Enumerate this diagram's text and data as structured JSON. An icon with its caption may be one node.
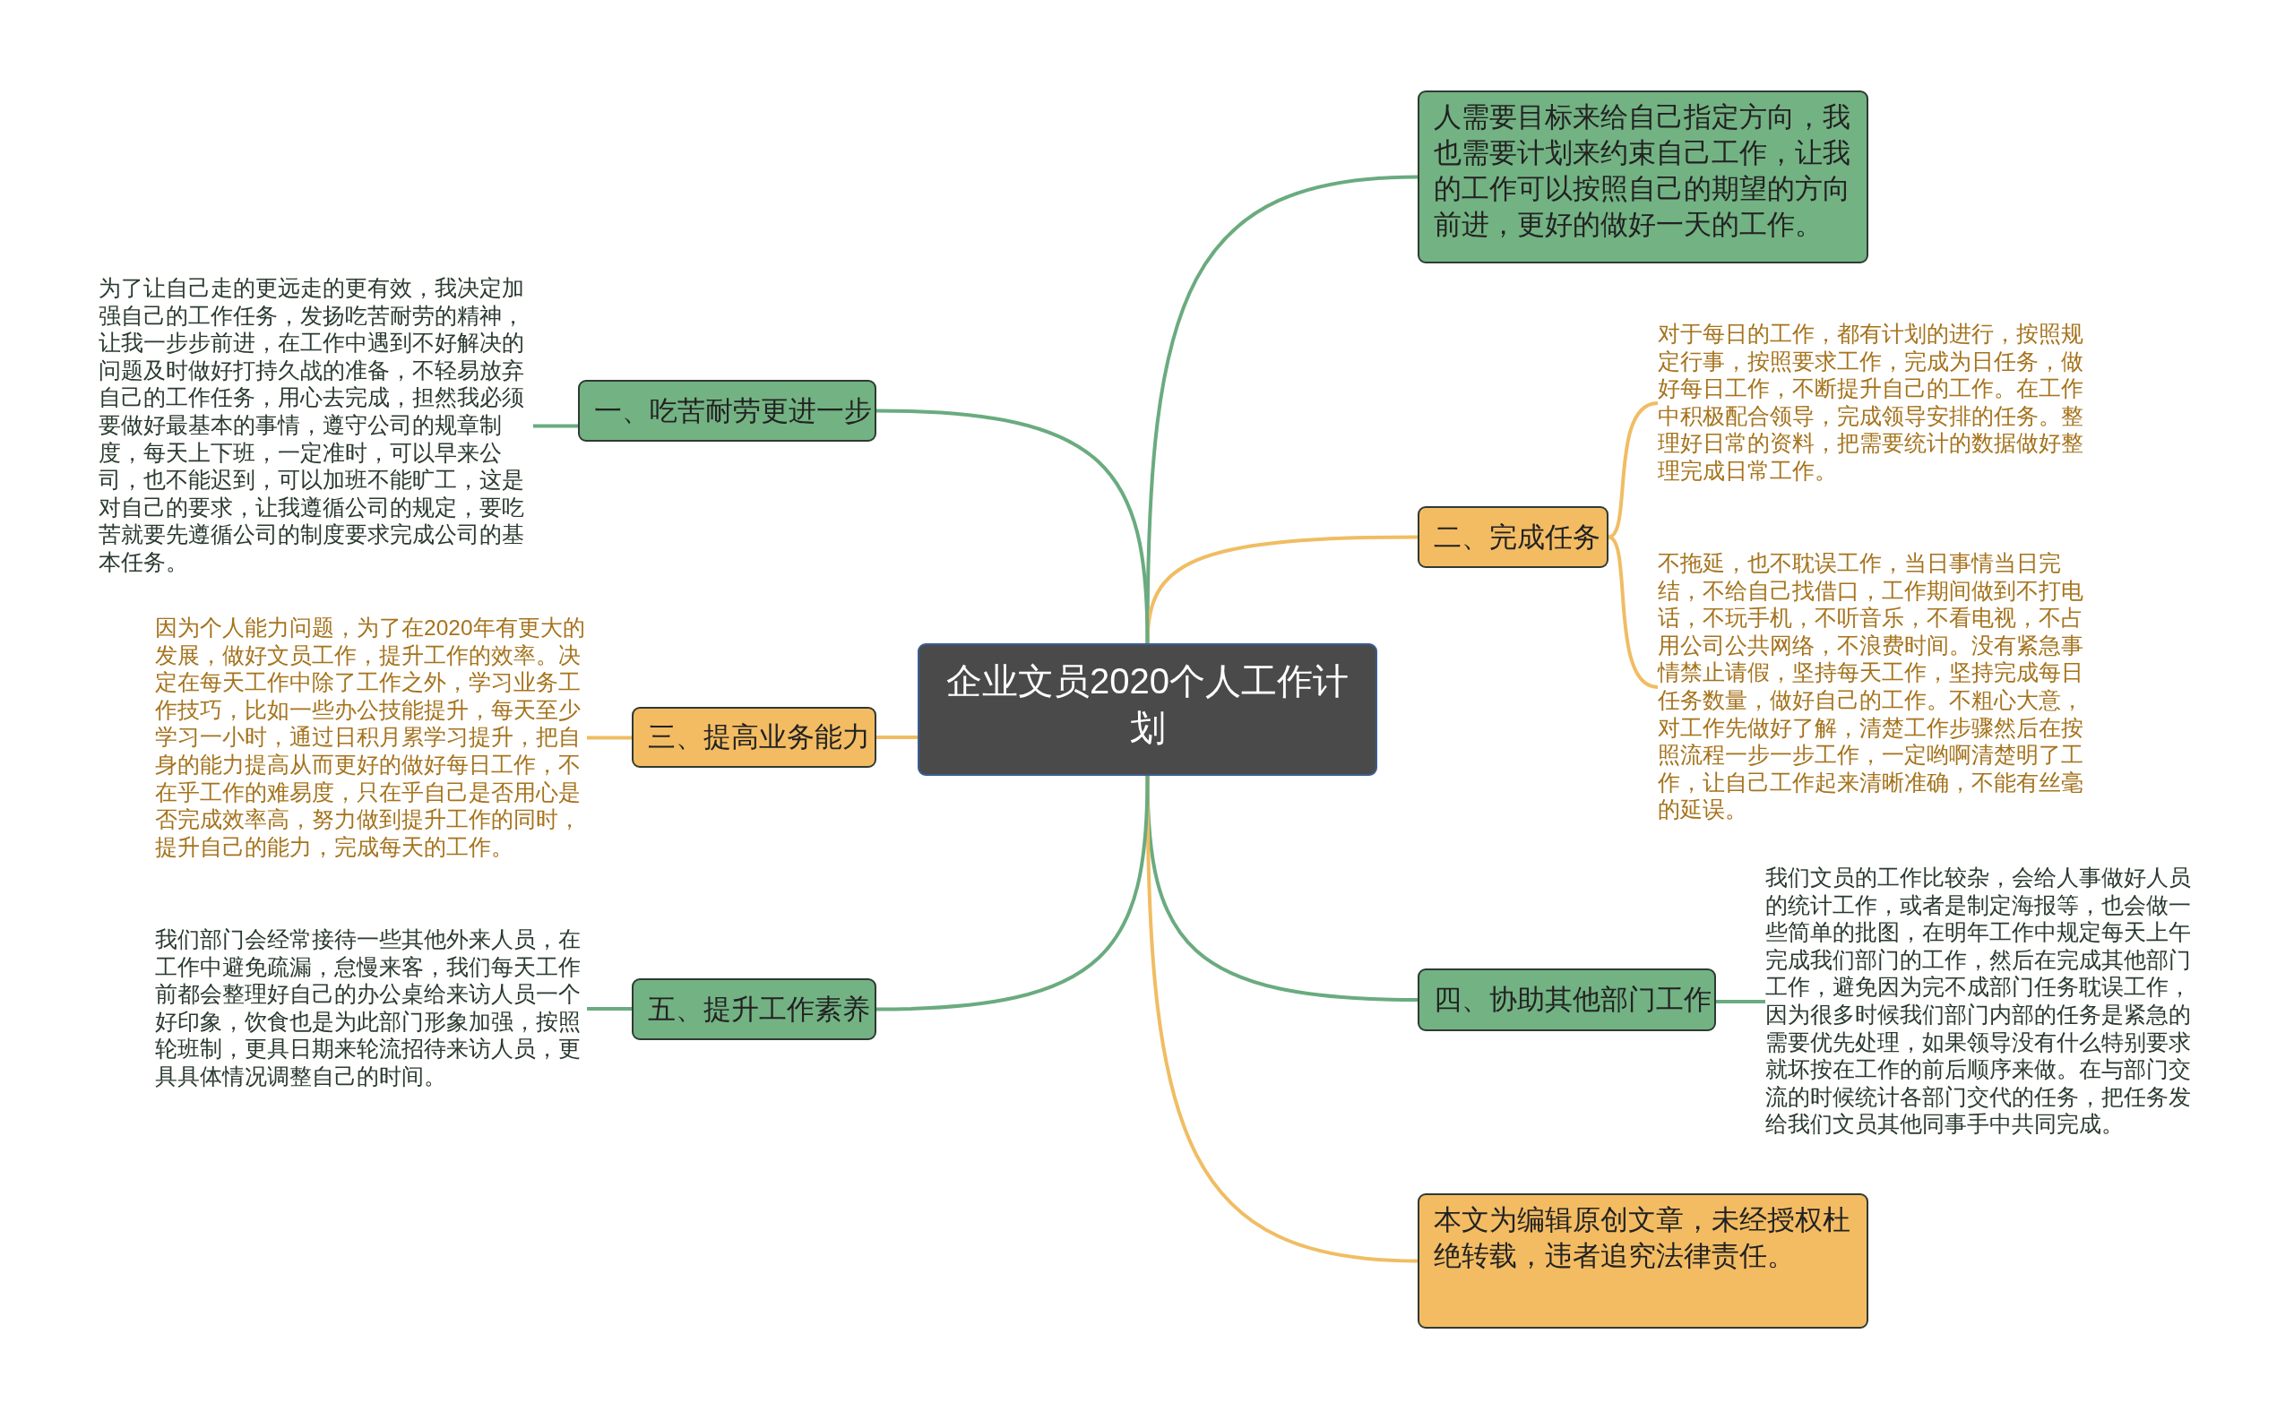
{
  "diagram": {
    "nodes": [
      {
        "text": [
          "企业文员2020个人工作计划"
        ]
      },
      {
        "text": [
          "人需要目标来给自己指定方向，我也需要计划来约束自己工作，让我的工作可以按照自己的期望的方向前进，更好的做好一天的工作。"
        ]
      },
      {
        "text": [
          "二、完成任务"
        ]
      },
      {
        "text": [
          "对于每日的工作，都有计划的进行，按照规定行事，按照要求工作，完成为日任务，做好每日工作，不断提升自己的工作。在工作中积极配合领导，完成领导安排的任务。整理好日常的资料，把需要统计的数据做好整理完成日常工作。"
        ]
      },
      {
        "text": [
          "不拖延，也不耽误工作，当日事情当日完结，不给自己找借口，工作期间做到不打电话，不玩手机，不听音乐，不看电视，不占用公司公共网络，不浪费时间。没有紧急事情禁止请假，坚持每天工作，坚持完成每日任务数量，做好自己的工作。不粗心大意，对工作先做好了解，清楚工作步骤然后在按照流程一步一步工作，一定哟啊清楚明了工作，让自己工作起来清晰准确，不能有丝毫的延误。"
        ]
      },
      {
        "text": [
          "四、协助其他部门工作"
        ]
      },
      {
        "text": [
          "我们文员的工作比较杂，会给人事做好人员的统计工作，或者是制定海报等，也会做一些简单的批图，在明年工作中规定每天上午完成我们部门的工作，然后在完成其他部门工作，避免因为完不成部门任务耽误工作，因为很多时候我们部门内部的任务是紧急的需要优先处理，如果领导没有什么特别要求就坏按在工作的前后顺序来做。在与部门交流的时候统计各部门交代的任务，把任务发给我们文员其他同事手中共同完成。"
        ]
      },
      {
        "text": [
          "本文为编辑原创文章，未经授权杜绝转载，违者追究法律责任。"
        ]
      },
      {
        "text": [
          "一、吃苦耐劳更进一步"
        ]
      },
      {
        "text": [
          "为了让自己走的更远走的更有效，我决定加强自己的工作任务，发扬吃苦耐劳的精神，让我一步步前进，在工作中遇到不好解决的问题及时做好打持久战的准备，不轻易放弃自己的工作任务，用心去完成，担然我必须要做好最基本的事情，遵守公司的规章制度，每天上下班，一定准时，可以早来公司，也不能迟到，可以加班不能旷工，这是对自己的要求，让我遵循公司的规定，要吃苦就要先遵循公司的制度要求完成公司的基本任务。"
        ]
      },
      {
        "text": [
          "三、提高业务能力"
        ]
      },
      {
        "text": [
          "因为个人能力问题，为了在2020年有更大的发展，做好文员工作，提升工作的效率。决定在每天工作中除了工作之外，学习业务工作技巧，比如一些办公技能提升，每天至少学习一小时，通过日积月累学习提升，把自身的能力提高从而更好的做好每日工作，不在乎工作的难易度，只在乎自己是否用心是否完成效率高，努力做到提升工作的同时，提升自己的能力，完成每天的工作。"
        ]
      },
      {
        "text": [
          "五、提升工作素养"
        ]
      },
      {
        "text": [
          "我们部门会经常接待一些其他外来人员，在工作中避免疏漏，怠慢来客，我们每天工作前都会整理好自己的办公桌给来访人员一个好印象，饮食也是为此部门形象加强，按照轮班制，更具日期来轮流招待来访人员，更具具体情况调整自己的时间。"
        ]
      }
    ],
    "edges": [
      {
        "from": 0,
        "to": 1,
        "arrow": "none"
      },
      {
        "from": 0,
        "to": 2,
        "arrow": "none",
        "color": "#f0bd63"
      },
      {
        "from": 2,
        "to": 3,
        "arrow": "none",
        "color": "#f0bd63"
      },
      {
        "from": 2,
        "to": 4,
        "arrow": "none",
        "color": "#f0bd63"
      },
      {
        "from": 0,
        "to": 5,
        "arrow": "none"
      },
      {
        "from": 5,
        "to": 6,
        "arrow": "none"
      },
      {
        "from": 0,
        "to": 7,
        "arrow": "none",
        "color": "#f0bd63"
      },
      {
        "from": 0,
        "to": 8,
        "arrow": "none"
      },
      {
        "from": 8,
        "to": 9,
        "arrow": "none"
      },
      {
        "from": 0,
        "to": 10,
        "arrow": "none",
        "color": "#f0bd63"
      },
      {
        "from": 10,
        "to": 11,
        "arrow": "none",
        "color": "#f0bd63"
      },
      {
        "from": 0,
        "to": 12,
        "arrow": "none"
      },
      {
        "from": 12,
        "to": 13,
        "arrow": "none"
      }
    ]
  }
}
